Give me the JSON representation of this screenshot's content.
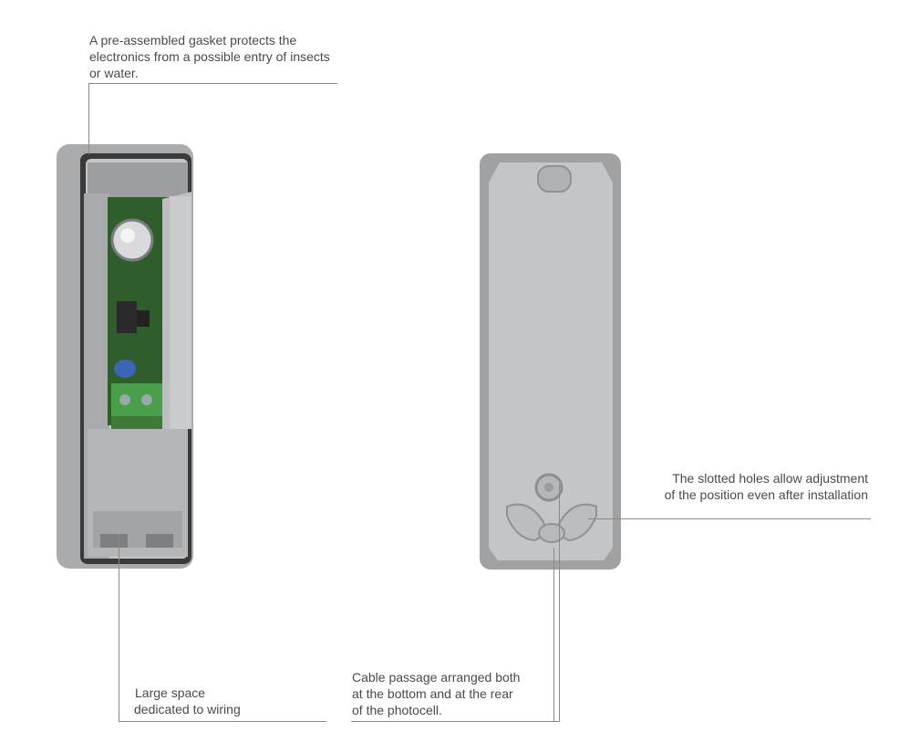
{
  "callouts": {
    "gasket": "A pre-assembled gasket protects the electronics from a possible entry of insects or water.",
    "wiring_line1": "Large space",
    "wiring_line2": "dedicated to wiring",
    "slotted_line1": "The slotted holes allow adjustment",
    "slotted_line2": "of the position even after installation",
    "cable_line1": "Cable passage arranged both",
    "cable_line2": "at the bottom and at the rear",
    "cable_line3": "of the photocell."
  },
  "colors": {
    "housing": "#b5b7b9",
    "housing_dark": "#8f9193",
    "pcb": "#3f7a3a",
    "terminal": "#4aa04a",
    "line": "#8a8a8a"
  }
}
